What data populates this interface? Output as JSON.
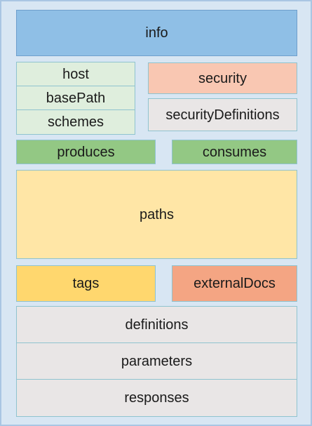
{
  "diagram": {
    "info": "info",
    "host": "host",
    "basePath": "basePath",
    "schemes": "schemes",
    "security": "security",
    "securityDefinitions": "securityDefinitions",
    "produces": "produces",
    "consumes": "consumes",
    "paths": "paths",
    "tags": "tags",
    "externalDocs": "externalDocs",
    "definitions": "definitions",
    "parameters": "parameters",
    "responses": "responses"
  }
}
